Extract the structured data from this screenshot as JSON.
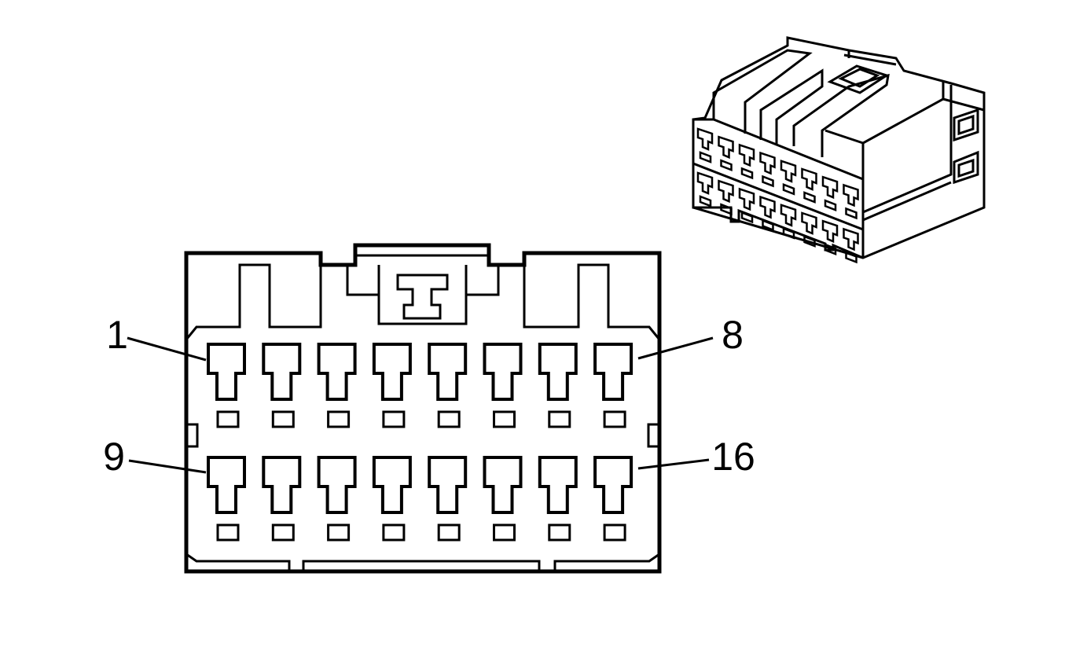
{
  "diagram": {
    "pins_per_row": 8,
    "rows": 2,
    "pin_labels": {
      "top_left": "1",
      "top_right": "8",
      "bottom_left": "9",
      "bottom_right": "16"
    },
    "colors": {
      "line": "#000000",
      "background": "#ffffff"
    }
  }
}
